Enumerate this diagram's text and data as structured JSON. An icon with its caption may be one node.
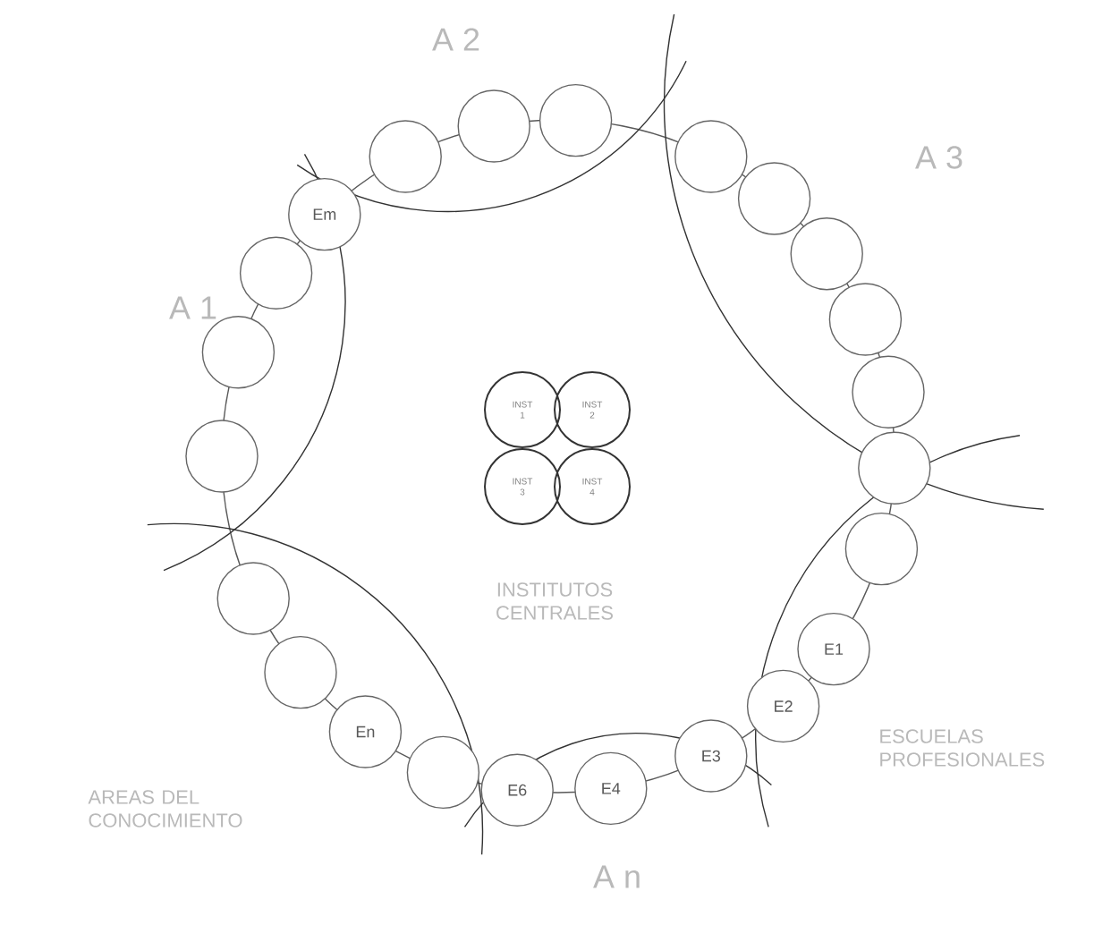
{
  "diagram": {
    "nodes": [
      {
        "text": [
          "Em"
        ]
      },
      {
        "text": [],
        "shape": "circle"
      },
      {
        "text": [],
        "shape": "circle"
      },
      {
        "text": [],
        "shape": "circle"
      },
      {
        "text": [],
        "shape": "circle"
      },
      {
        "text": [],
        "shape": "circle"
      },
      {
        "text": [],
        "shape": "circle"
      },
      {
        "text": [],
        "shape": "circle"
      },
      {
        "text": [],
        "shape": "circle"
      },
      {
        "text": [],
        "shape": "circle"
      },
      {
        "text": [],
        "shape": "circle"
      },
      {
        "text": [
          "E1"
        ]
      },
      {
        "text": [
          "E2"
        ]
      },
      {
        "text": [
          "E3"
        ]
      },
      {
        "text": [
          "E4"
        ]
      },
      {
        "text": [
          "E6"
        ]
      },
      {
        "text": [],
        "shape": "circle"
      },
      {
        "text": [
          "En"
        ]
      },
      {
        "text": [],
        "shape": "circle"
      },
      {
        "text": [],
        "shape": "circle"
      },
      {
        "text": [],
        "shape": "circle"
      },
      {
        "text": [],
        "shape": "circle"
      },
      {
        "text": [],
        "shape": "circle"
      },
      {
        "text": [
          "INST 1"
        ]
      },
      {
        "text": [
          "INST 2"
        ]
      },
      {
        "text": [
          "INST 3"
        ]
      },
      {
        "text": [
          "INST 4"
        ]
      }
    ],
    "edges": [],
    "labels": [
      "A 2",
      "A 3",
      "A 1",
      "INSTITUTOS CENTRALES",
      "ESCUELAS PROFESIONALES",
      "AREAS DEL CONOCIMIENTO",
      "A n"
    ]
  }
}
